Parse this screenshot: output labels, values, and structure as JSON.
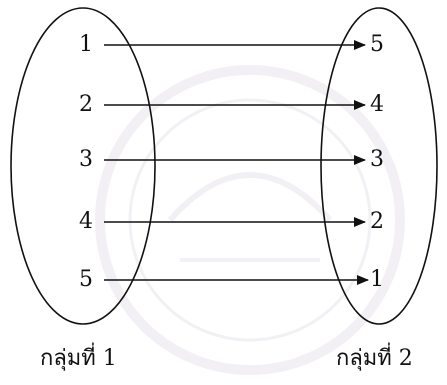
{
  "diagram": {
    "left_set": {
      "items": [
        "1",
        "2",
        "3",
        "4",
        "5"
      ],
      "label": "กลุ่มที่  1"
    },
    "right_set": {
      "items": [
        "5",
        "4",
        "3",
        "2",
        "1"
      ],
      "label": "กลุ่มที่  2"
    },
    "mapping": [
      {
        "from": "1",
        "to": "5"
      },
      {
        "from": "2",
        "to": "4"
      },
      {
        "from": "3",
        "to": "3"
      },
      {
        "from": "4",
        "to": "2"
      },
      {
        "from": "5",
        "to": "1"
      }
    ],
    "colors": {
      "stroke": "#111111",
      "text": "#111111",
      "watermark": "#8a7a9a"
    }
  }
}
